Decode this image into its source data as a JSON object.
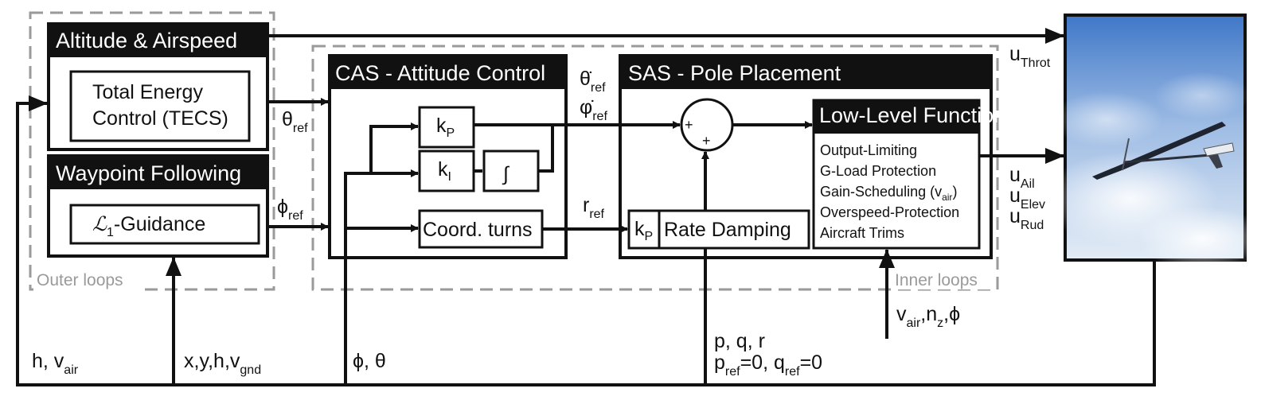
{
  "groups": {
    "outer": "Outer loops",
    "inner": "Inner loops"
  },
  "blocks": {
    "altitude": {
      "title": "Altitude & Airspeed",
      "line1": "Total Energy",
      "line2": "Control (TECS)"
    },
    "waypoint": {
      "title": "Waypoint Following",
      "script_l": "ℒ",
      "sub": "1",
      "rest": "-Guidance"
    },
    "cas": {
      "title": "CAS - Attitude Control",
      "kp": "k",
      "kp_sub": "P",
      "ki": "k",
      "ki_sub": "I",
      "integral": "∫",
      "coord": "Coord. turns"
    },
    "sas": {
      "title": "SAS - Pole Placement",
      "plus_top": "+",
      "plus_bottom": "+",
      "kp": "k",
      "kp_sub": "P",
      "rate": "Rate Damping"
    },
    "lowlevel": {
      "title": "Low-Level Functions",
      "items": [
        "Output-Limiting",
        "G-Load Protection",
        "Gain-Scheduling (v",
        "Overspeed-Protection",
        "Aircraft Trims"
      ],
      "gain_sub": "air",
      "gain_close": ")"
    }
  },
  "signals": {
    "theta_ref": {
      "main": "θ",
      "sub": "ref"
    },
    "phi_ref": {
      "main": "ϕ",
      "sub": "ref"
    },
    "theta_dot_ref": {
      "main": "θ̇",
      "sub": "ref"
    },
    "phi_dot_ref": {
      "main": "φ̇",
      "sub": "ref"
    },
    "r_ref": {
      "main": "r",
      "sub": "ref"
    },
    "u_throt": {
      "main": "u",
      "sub": "Throt"
    },
    "u_ail": {
      "main": "u",
      "sub": "Ail"
    },
    "u_elev": {
      "main": "u",
      "sub": "Elev"
    },
    "u_rud": {
      "main": "u",
      "sub": "Rud"
    },
    "vair_nz_phi": {
      "a": "v",
      "a_sub": "air",
      "b": ",n",
      "b_sub": "z",
      "c": ",ϕ"
    },
    "h_vair": {
      "main": "h, v",
      "sub": "air"
    },
    "xyhv": {
      "main": "x,y,h,v",
      "sub": "gnd"
    },
    "phi_theta": {
      "main": "ϕ, θ"
    },
    "pqr": {
      "main": "p, q, r"
    },
    "pq_ref": {
      "p": "p",
      "p_sub": "ref",
      "mid": "=0, q",
      "q_sub": "ref",
      "end": "=0"
    }
  },
  "colors": {
    "header": "#111111",
    "group_border": "#9a9a9a",
    "sky_top": "#3f77c8",
    "sky_bottom": "#e3ecf6"
  }
}
